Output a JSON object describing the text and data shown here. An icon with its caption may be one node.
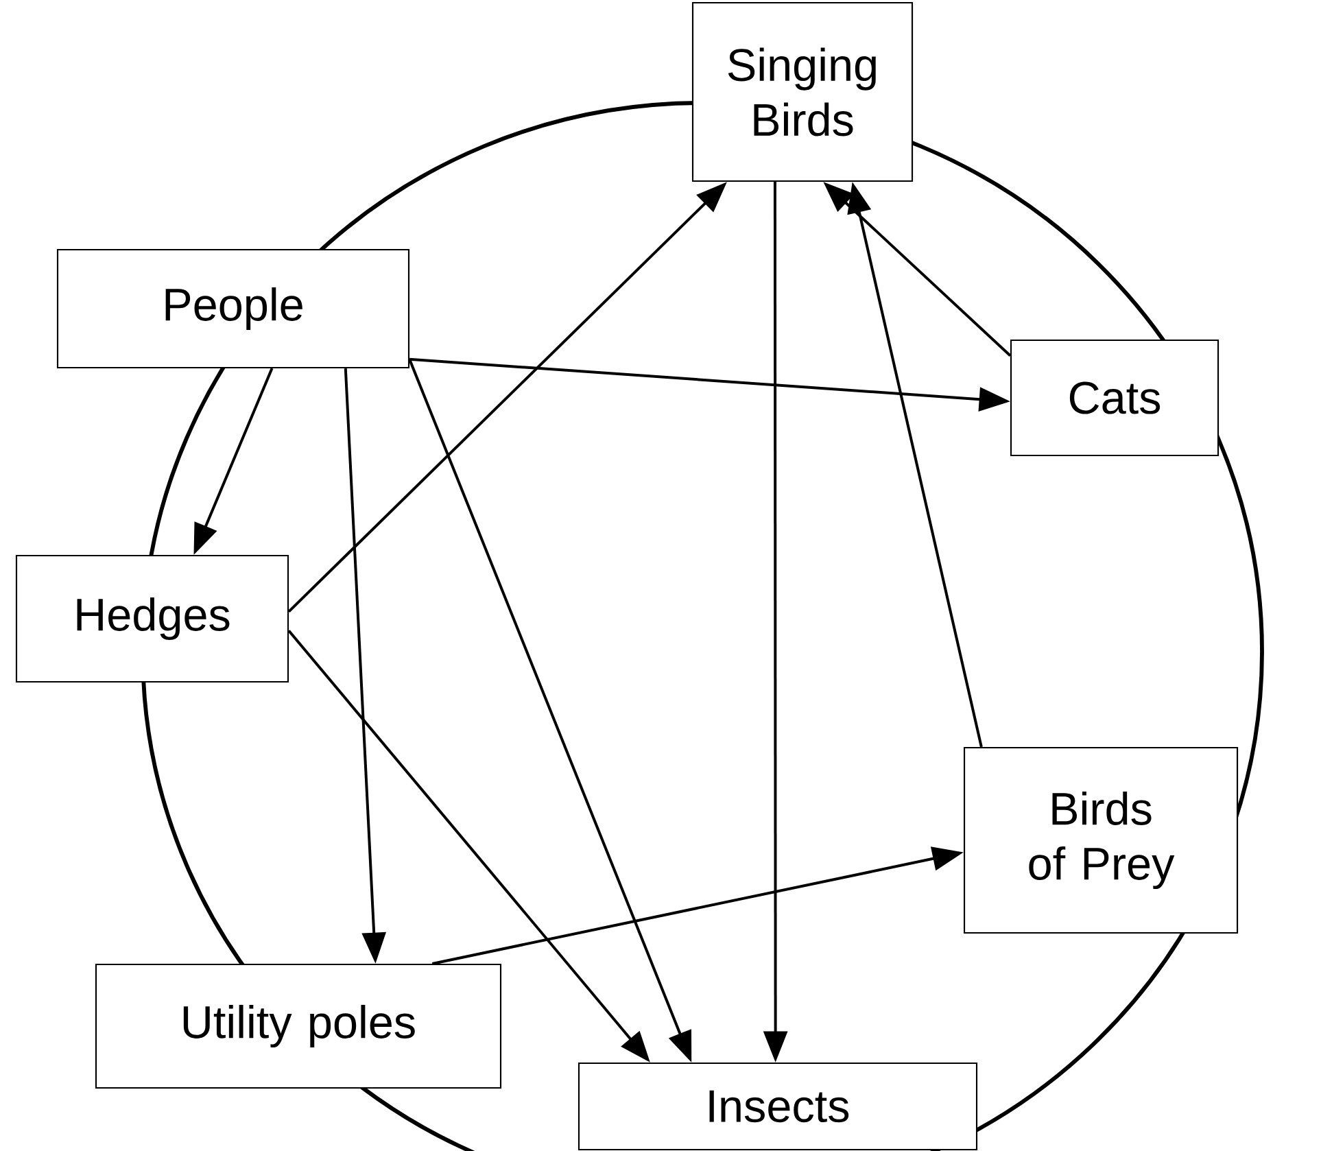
{
  "diagram": {
    "nodes": [
      {
        "text": [
          "Singing Birds"
        ]
      },
      {
        "text": [
          "People"
        ]
      },
      {
        "text": [
          "Cats"
        ]
      },
      {
        "text": [
          "Hedges"
        ]
      },
      {
        "text": [
          "Birds of Prey"
        ]
      },
      {
        "text": [
          "Utility poles"
        ]
      },
      {
        "text": [
          "Insects"
        ]
      }
    ],
    "edges": [
      {
        "from": 1,
        "to": 2,
        "arrow": "to"
      },
      {
        "from": 1,
        "to": 3,
        "arrow": "to"
      },
      {
        "from": 1,
        "to": 5,
        "arrow": "to"
      },
      {
        "from": 1,
        "to": 6,
        "arrow": "to"
      },
      {
        "from": 3,
        "to": 0,
        "arrow": "to"
      },
      {
        "from": 3,
        "to": 6,
        "arrow": "to"
      },
      {
        "from": 0,
        "to": 6,
        "arrow": "to"
      },
      {
        "from": 2,
        "to": 0,
        "arrow": "to"
      },
      {
        "from": 4,
        "to": 0,
        "arrow": "to"
      },
      {
        "from": 5,
        "to": 4,
        "arrow": "to"
      }
    ]
  }
}
